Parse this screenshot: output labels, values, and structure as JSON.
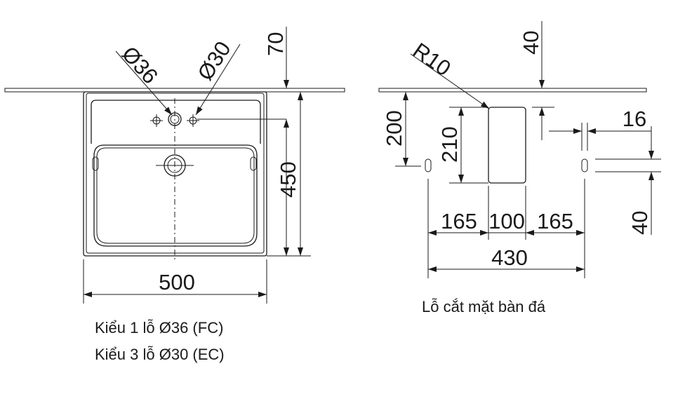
{
  "front_view": {
    "dim_hole_large": "Ø36",
    "dim_hole_small": "Ø30",
    "dim_top_offset": "70",
    "dim_height": "450",
    "dim_width": "500",
    "caption_line_1": "Kiểu 1 lỗ Ø36 (FC)",
    "caption_line_2": "Kiểu 3 lỗ Ø30 (EC)"
  },
  "cutout_view": {
    "dim_corner_radius": "R10",
    "dim_top_offset": "40",
    "dim_depth_200": "200",
    "dim_depth_210": "210",
    "dim_slot_width": "16",
    "dim_slot_height": "40",
    "dim_left": "165",
    "dim_middle": "100",
    "dim_right": "165",
    "dim_total": "430",
    "caption": "Lỗ cắt mặt bàn đá"
  }
}
